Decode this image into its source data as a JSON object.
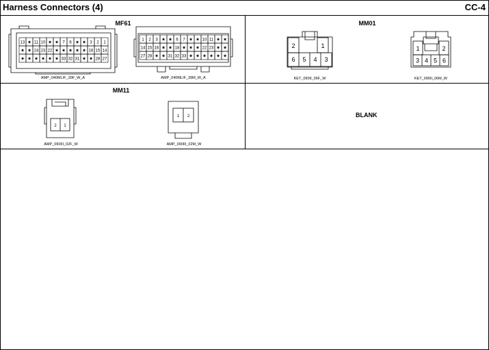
{
  "header": {
    "title": "Harness Connectors (4)",
    "page": "CC-4"
  },
  "sections": {
    "mf61": {
      "title": "MF61",
      "left": {
        "caption": "AMP_040MLIF_39F_W_A",
        "rows": [
          [
            "13",
            "★",
            "11",
            "10",
            "★",
            "★",
            "7",
            "6",
            "★",
            "★",
            "3",
            "2",
            "1"
          ],
          [
            "★",
            "★",
            "24",
            "23",
            "22",
            "★",
            "★",
            "★",
            "★",
            "★",
            "16",
            "15",
            "14"
          ],
          [
            "★",
            "★",
            "★",
            "★",
            "★",
            "★",
            "33",
            "32",
            "31",
            "★",
            "★",
            "28",
            "27"
          ]
        ]
      },
      "right": {
        "caption": "AMP_040MLIF_39M_W_A",
        "rows": [
          [
            "1",
            "2",
            "3",
            "★",
            "★",
            "6",
            "7",
            "★",
            "★",
            "10",
            "11",
            "★",
            "★"
          ],
          [
            "14",
            "15",
            "16",
            "★",
            "★",
            "18",
            "★",
            "★",
            "★",
            "22",
            "23",
            "★",
            "★"
          ],
          [
            "27",
            "28",
            "★",
            "★",
            "31",
            "32",
            "33",
            "★",
            "★",
            "★",
            "★",
            "★",
            "★"
          ]
        ]
      }
    },
    "mm01": {
      "title": "MM01",
      "left": {
        "caption": "KET_090II_06F_W",
        "top": [
          "2",
          "",
          "1"
        ],
        "bottom": [
          "6",
          "5",
          "4",
          "3"
        ]
      },
      "right": {
        "caption": "KET_090II_06M_W",
        "top": [
          "1",
          "",
          "2"
        ],
        "bottom": [
          "3",
          "4",
          "5",
          "6"
        ]
      }
    },
    "mm11": {
      "title": "MM11",
      "left": {
        "caption": "AMP_090III_02F_W",
        "pins": [
          "2",
          "1"
        ]
      },
      "right": {
        "caption": "AMP_090III_02M_W",
        "pins": [
          "1",
          "2"
        ]
      }
    },
    "blank": {
      "label": "BLANK"
    }
  }
}
